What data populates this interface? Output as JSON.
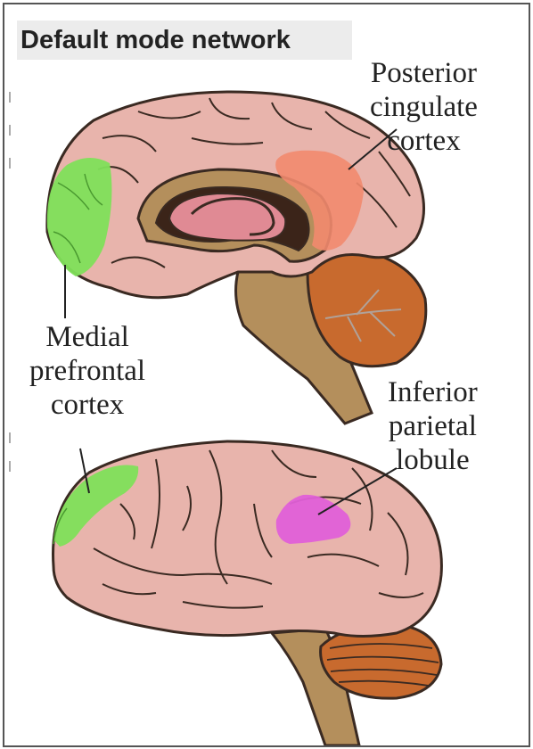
{
  "title": "Default mode network",
  "labels": {
    "pcc": [
      "Posterior",
      "cingulate",
      "cortex"
    ],
    "mpfc": [
      "Medial",
      "prefrontal",
      "cortex"
    ],
    "ipl": [
      "Inferior",
      "parietal",
      "lobule"
    ]
  },
  "colors": {
    "brain": "#e8b4ac",
    "outline": "#3a2a22",
    "mpfc": "#7fe05a",
    "pcc": "#f28a6e",
    "ipl": "#e060d8",
    "stem": "#b48f5c",
    "cerebellum": "#c86a2e",
    "thalamus": "#e08a94",
    "ventricle": "#3b2419"
  }
}
